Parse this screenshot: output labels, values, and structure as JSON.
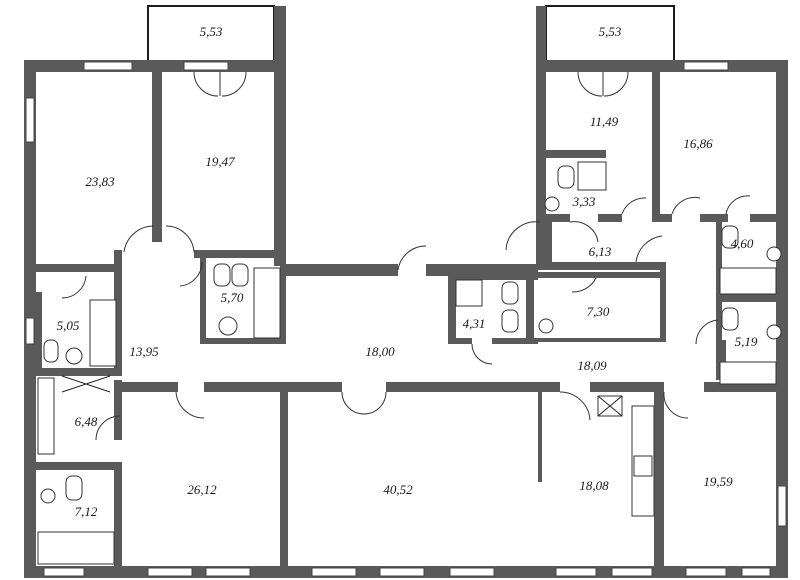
{
  "rooms": [
    {
      "id": "balcony-left",
      "area": "5,53"
    },
    {
      "id": "balcony-right",
      "area": "5,53"
    },
    {
      "id": "bedroom-nw",
      "area": "23,83"
    },
    {
      "id": "bedroom-n",
      "area": "19,47"
    },
    {
      "id": "room-ne-small",
      "area": "11,49"
    },
    {
      "id": "bedroom-ne",
      "area": "16,86"
    },
    {
      "id": "bath-mid-left",
      "area": "5,70"
    },
    {
      "id": "bath-small-ne",
      "area": "3,33"
    },
    {
      "id": "hall-ne",
      "area": "6,13"
    },
    {
      "id": "bath-ne",
      "area": "4,60"
    },
    {
      "id": "bath-west",
      "area": "5,05"
    },
    {
      "id": "hall-west",
      "area": "13,95"
    },
    {
      "id": "corridor-center",
      "area": "18,00"
    },
    {
      "id": "bath-center",
      "area": "4,31"
    },
    {
      "id": "storage-center",
      "area": "7,30"
    },
    {
      "id": "bath-east",
      "area": "5,19"
    },
    {
      "id": "corridor-east",
      "area": "18,09"
    },
    {
      "id": "wardrobe-west",
      "area": "6,48"
    },
    {
      "id": "bath-sw",
      "area": "7,12"
    },
    {
      "id": "bedroom-sw",
      "area": "26,12"
    },
    {
      "id": "living-room",
      "area": "40,52"
    },
    {
      "id": "kitchen",
      "area": "18,08"
    },
    {
      "id": "bedroom-se",
      "area": "19,59"
    }
  ]
}
